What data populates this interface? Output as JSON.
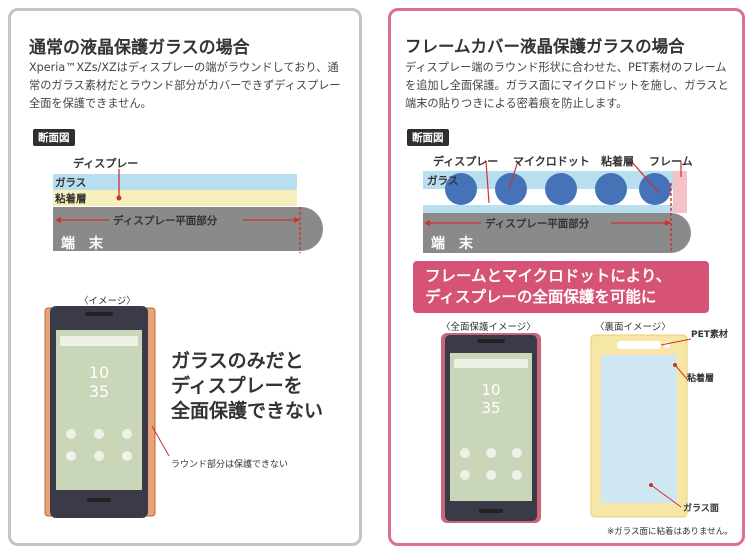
{
  "left": {
    "title": "通常の液晶保護ガラスの場合",
    "desc": "Xperia™XZs/XZはディスプレーの端がラウンドしており、通常のガラス素材だとラウンド部分がカバーできずディスプレー全面を保護できません。",
    "section_tag": "断面図",
    "display_label": "ディスプレー",
    "glass_label": "ガラス",
    "adhesive_label": "粘着層",
    "flat_label": "ディスプレー平面部分",
    "terminal_label": "端　末",
    "image_caption": "〈イメージ〉",
    "big_message": "ガラスのみだと\nディスプレーを\n全面保護できない",
    "round_note": "ラウンド部分は保護できない"
  },
  "right": {
    "title": "フレームカバー液晶保護ガラスの場合",
    "desc": "ディスプレー端のラウンド形状に合わせた、PET素材のフレームを追加し全面保護。ガラス面にマイクロドットを施し、ガラスと端末の貼りつきによる密着痕を防止します。",
    "section_tag": "断面図",
    "display_label": "ディスプレー",
    "microdot_label": "マイクロドット",
    "adhesive_label": "粘着層",
    "frame_label": "フレーム",
    "glass_label": "ガラス",
    "flat_label": "ディスプレー平面部分",
    "terminal_label": "端　末",
    "banner": "フレームとマイクロドットにより、\nディスプレーの全面保護を可能に",
    "full_caption": "〈全面保護イメージ〉",
    "back_caption": "〈裏面イメージ〉",
    "pet_label": "PET素材",
    "adhesive_callout": "粘着層",
    "glass_face_label": "ガラス面",
    "footnote": "※ガラス面に粘着はありません。"
  },
  "phone": {
    "clock_hour": "10",
    "clock_min": "35"
  },
  "colors": {
    "glass": "#b7dff0",
    "adhesive": "#f6eebc",
    "terminal": "#8a8a8a",
    "accent_red": "#d0302c",
    "pink": "#d65376",
    "frame_pink": "#f5c0c8",
    "dot_blue": "#4673b8"
  }
}
